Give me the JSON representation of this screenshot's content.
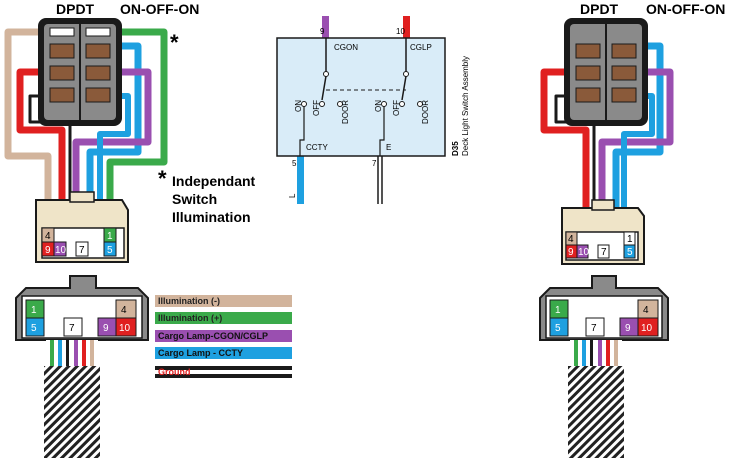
{
  "left_switch": {
    "type_label": "DPDT",
    "mode_label": "ON-OFF-ON"
  },
  "right_switch": {
    "type_label": "DPDT",
    "mode_label": "ON-OFF-ON"
  },
  "asterisk": "*",
  "note": {
    "star": "*",
    "line1": "Independant",
    "line2": "Switch",
    "line3": "Illumination"
  },
  "schematic": {
    "pin_top_left": "9",
    "pin_top_right": "10",
    "label_cgon": "CGON",
    "label_cglp": "CGLP",
    "pos_labels": [
      "ON",
      "OFF",
      "DOOR",
      "ON",
      "OFF",
      "DOOR"
    ],
    "label_ccty": "CCTY",
    "label_e": "E",
    "pin_bottom_left": "5",
    "pin_bottom_right": "7",
    "wire_bottom_left": "L",
    "side_code": "D35",
    "side_title": "Deck Light Switch Assembly"
  },
  "left_plug_pins": [
    "4",
    "9",
    "10",
    "7",
    "1",
    "5"
  ],
  "left_conn_pins": [
    "1",
    "4",
    "5",
    "7",
    "9",
    "10"
  ],
  "right_plug_pins": [
    "4",
    "9",
    "10",
    "7",
    "1",
    "5"
  ],
  "right_conn_pins": [
    "1",
    "4",
    "5",
    "7",
    "9",
    "10"
  ],
  "legend": [
    {
      "label": "Illumination (-)",
      "bg": "#d2b49c",
      "fg": "#222222"
    },
    {
      "label": "Illumination (+)",
      "bg": "#3aaa4a",
      "fg": "#222222"
    },
    {
      "label": "Cargo Lamp-CGON/CGLP",
      "bg": "#9a4fb0",
      "fg": "#111111"
    },
    {
      "label": "Cargo Lamp - CCTY",
      "bg": "#1ea0e0",
      "fg": "#111111"
    },
    {
      "label": "Ground",
      "bg": "#1a1a1a",
      "fg": "#e02020"
    }
  ],
  "colors": {
    "tan": "#d2b49c",
    "green": "#3aaa4a",
    "purple": "#9a4fb0",
    "blue": "#1ea0e0",
    "red": "#e02020",
    "black": "#1a1a1a",
    "switch_body": "#8a8a8a",
    "schematic_bg": "#d9ecf8",
    "connector_body": "#efe4c8"
  }
}
